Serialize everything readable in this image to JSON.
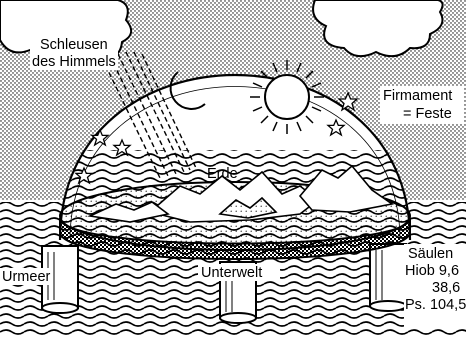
{
  "labels": {
    "schleusen_line1": "Schleusen",
    "schleusen_line2": "des Himmels",
    "firmament": "Firmament",
    "feste": "= Feste",
    "erde": "Erde",
    "unterwelt": "Unterwelt",
    "urmeer": "Urmeer",
    "saeulen": "Säulen",
    "hiob_ref": "Hiob  9,6",
    "hiob_ref2": "38,6",
    "psalm_ref": "Ps. 104,5"
  },
  "colors": {
    "ink": "#000000",
    "paper": "#ffffff"
  },
  "icons": [
    "sun-icon",
    "moon-icon",
    "star-icon",
    "cloud-icon"
  ]
}
